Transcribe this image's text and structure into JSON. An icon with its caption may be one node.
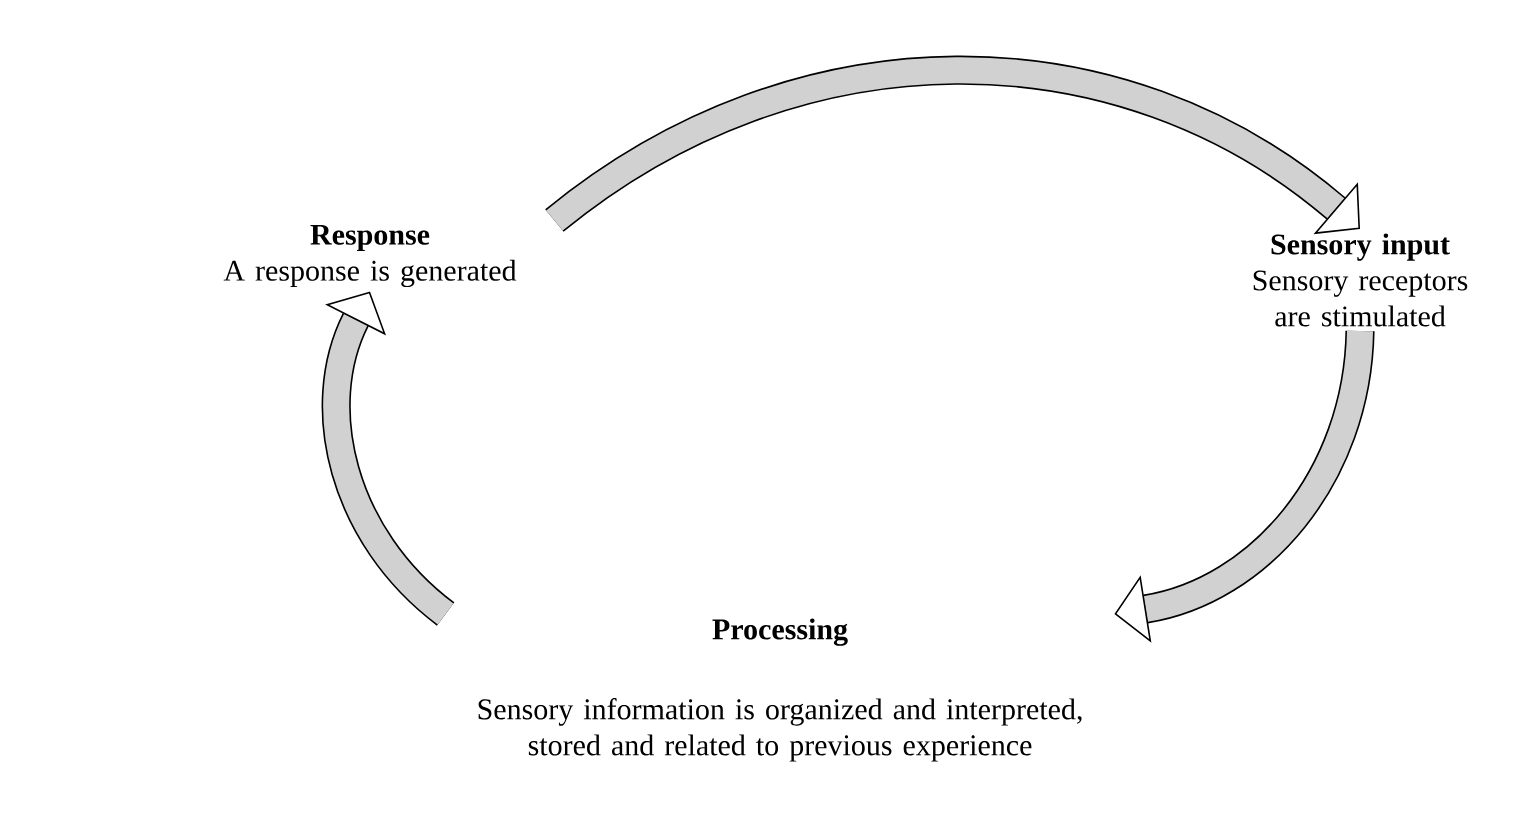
{
  "diagram": {
    "nodes": [
      {
        "text": [
          "Response",
          "A response is generated"
        ]
      },
      {
        "text": [
          "Sensory input",
          "Sensory receptors are stimulated"
        ]
      },
      {
        "text": [
          "Processing",
          "Sensory information is organized and interpreted, stored and related to previous experience"
        ]
      }
    ],
    "edges": [
      {
        "from": 0,
        "to": 1,
        "arrow": "to"
      },
      {
        "from": 1,
        "to": 2,
        "arrow": "to"
      },
      {
        "from": 2,
        "to": 0,
        "arrow": "to"
      }
    ]
  }
}
